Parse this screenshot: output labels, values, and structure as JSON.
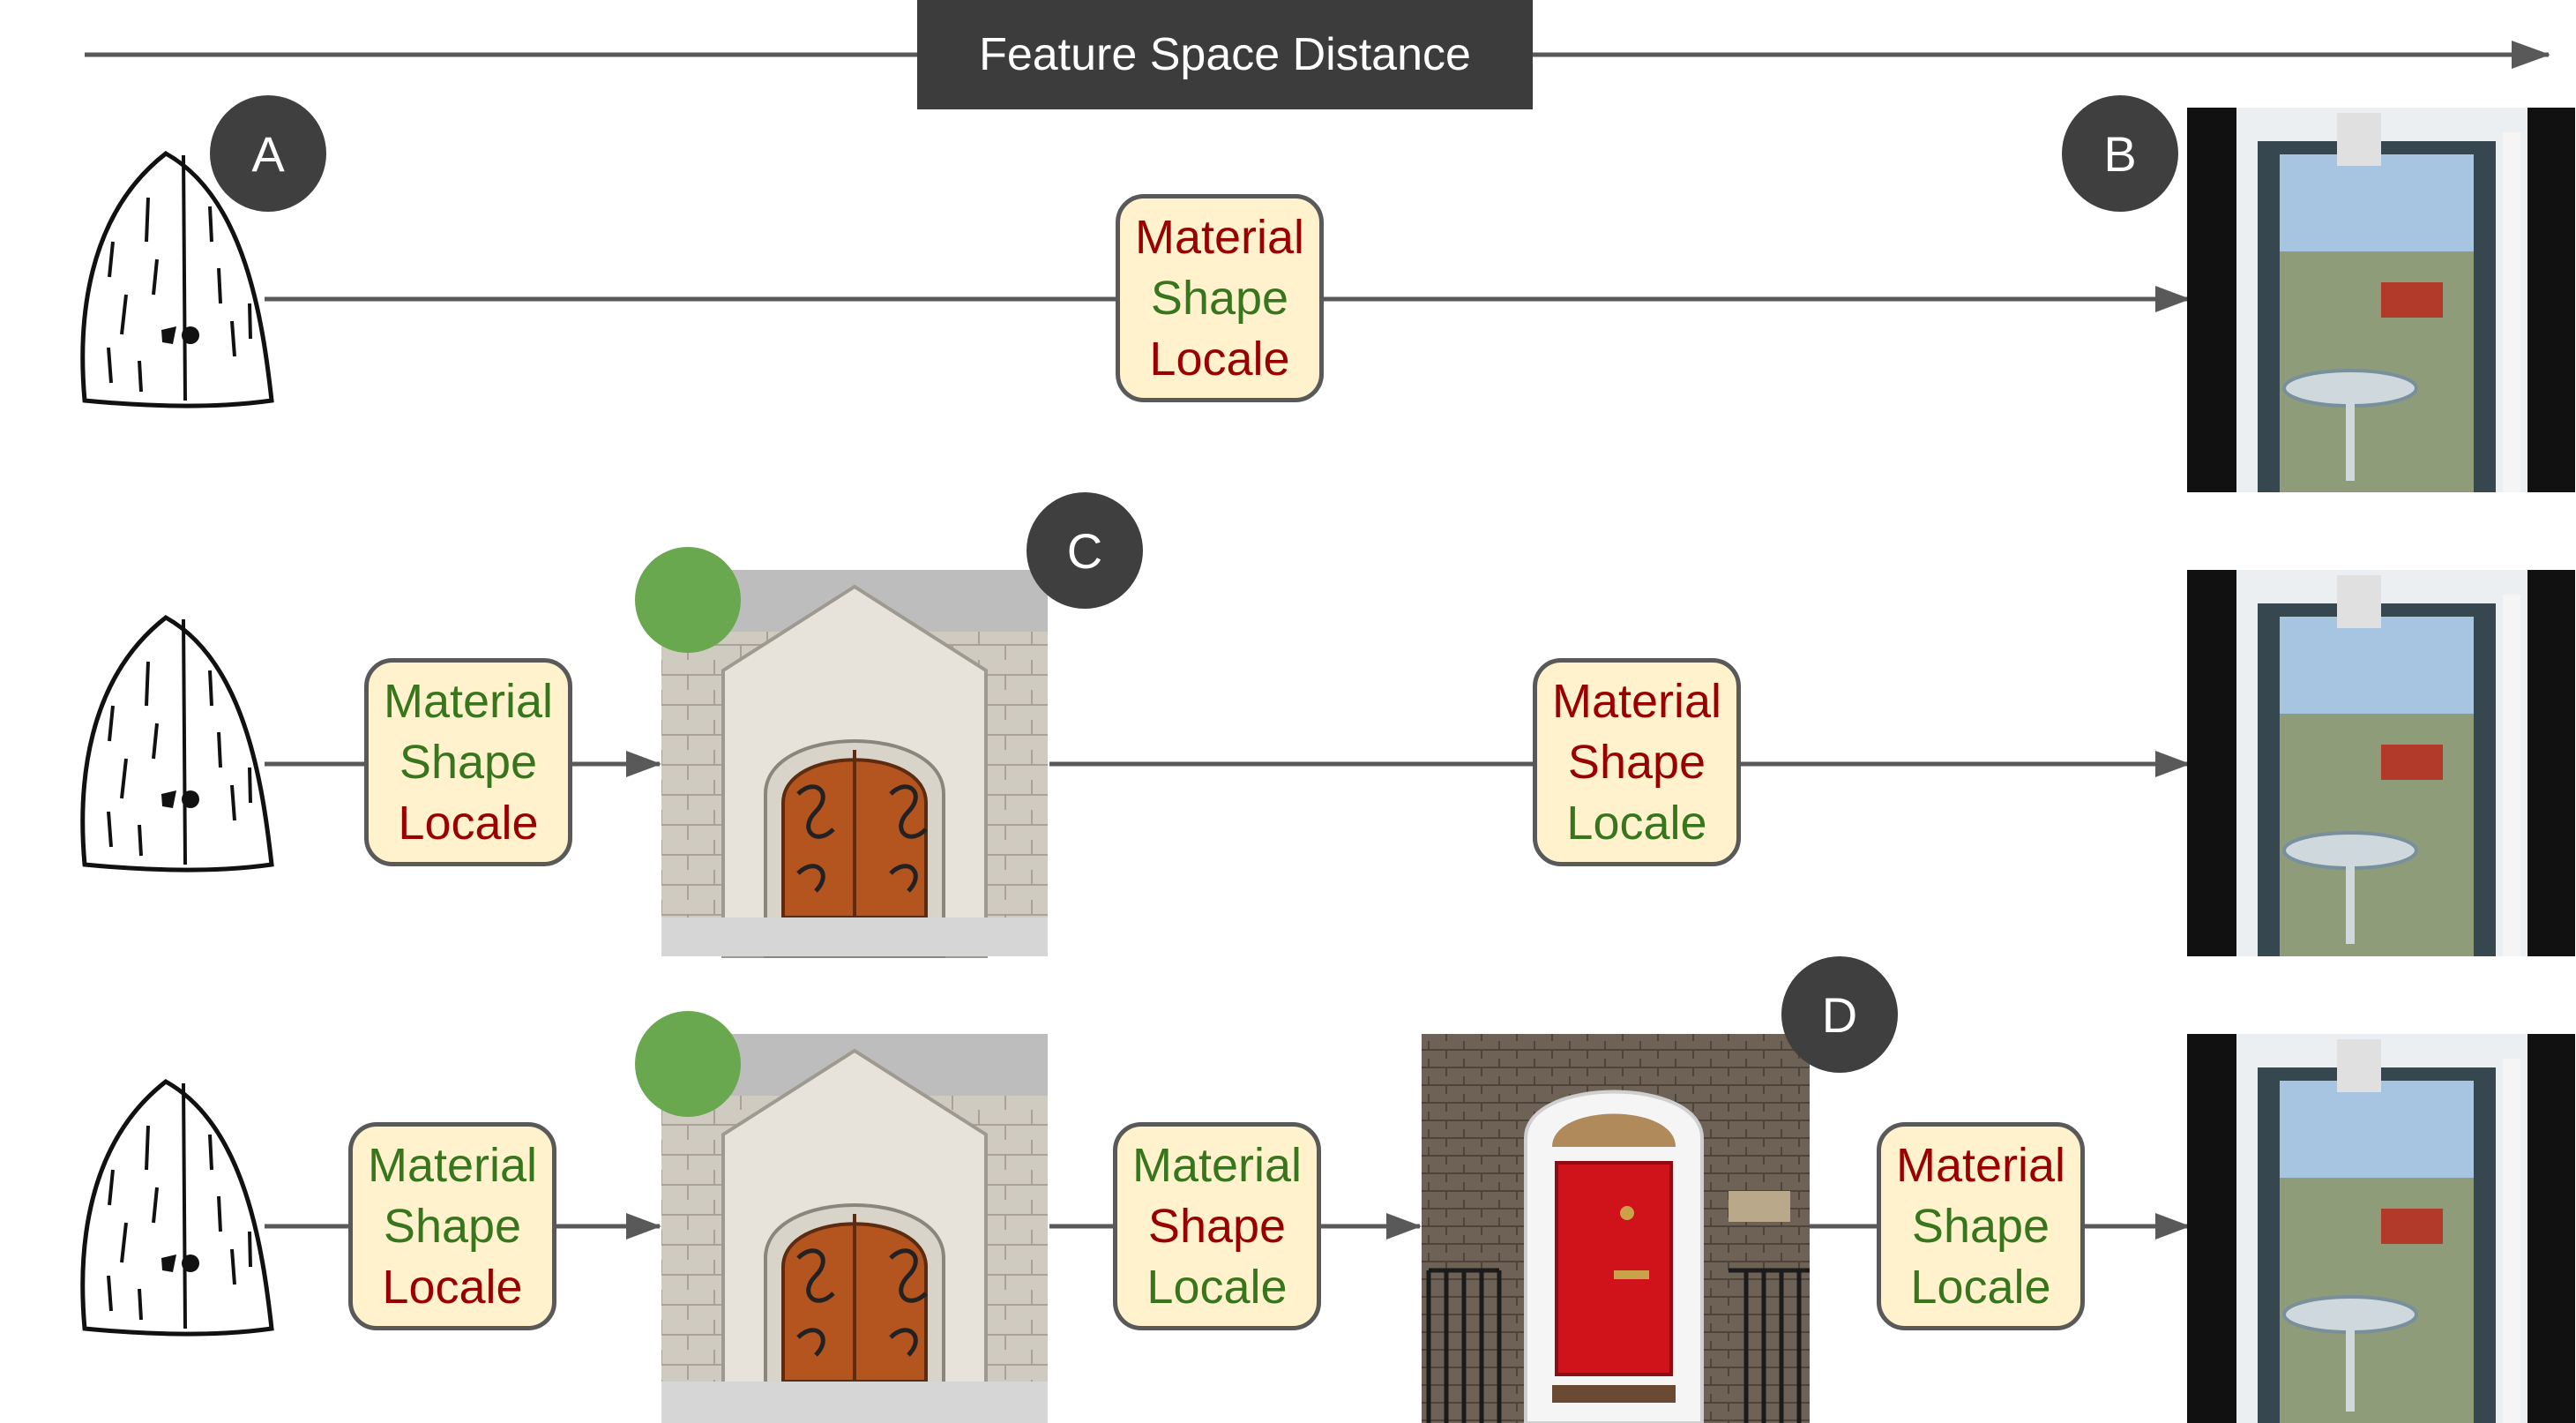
{
  "title": "Feature Space Distance",
  "badges": {
    "a": "A",
    "b": "B",
    "c": "C",
    "d": "D"
  },
  "attributes": {
    "material": "Material",
    "shape": "Shape",
    "locale": "Locale"
  },
  "colors": {
    "dark": "#3c3c3c",
    "arrow": "#595959",
    "box_fill": "#fff2cc",
    "match": "#38761d",
    "mismatch": "#990000"
  },
  "images": {
    "sketch": "sketch-of-arched-door",
    "glass_door": "photo-sliding-glass-door",
    "church_door": "photo-church-wooden-door",
    "red_door": "photo-red-front-door"
  }
}
